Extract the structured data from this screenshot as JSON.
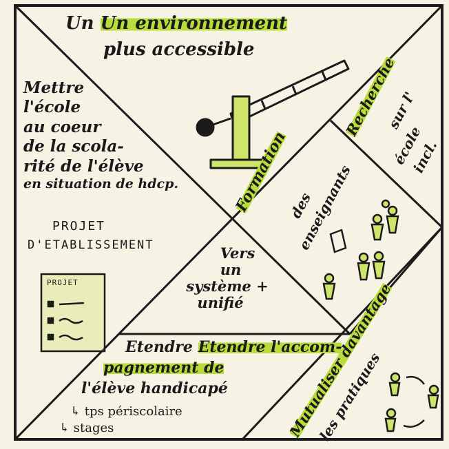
{
  "colors": {
    "paper": "#f6f2e4",
    "ink": "#1b1b1b",
    "highlight": "#b9dc3c"
  },
  "sections": {
    "top": {
      "line1": "Un environnement",
      "line2": "plus accessible"
    },
    "left": {
      "lines": [
        "Mettre",
        "l'école",
        "au coeur",
        "de la scola-",
        "rité de l'élève",
        "en situation de hdcp."
      ],
      "sub1": "PROJET",
      "sub2": "D'ETABLISSEMENT",
      "doc_title": "PROJET"
    },
    "center": {
      "lines": [
        "Vers",
        "un",
        "système +",
        "unifié"
      ]
    },
    "formation": {
      "line1": "Formation",
      "line2": "des",
      "line3": "enseignants"
    },
    "recherche": {
      "line1": "Recherche",
      "line2": "sur l'",
      "line3": "école",
      "line4": "incl."
    },
    "bottom": {
      "line1": "Etendre l'accom-",
      "line2": "pagnement de",
      "line3": "l'élève handicapé",
      "item1": "↳ tps périscolaire",
      "item2": "↳ stages"
    },
    "right": {
      "line1": "Mutualiser davantage",
      "line2": "les pratiques"
    }
  }
}
